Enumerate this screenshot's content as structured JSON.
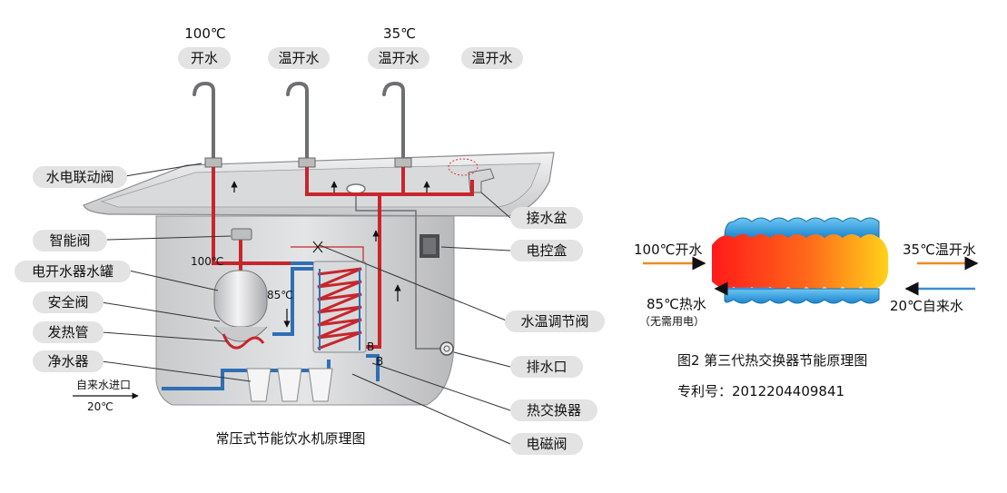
{
  "colors": {
    "hot_pipe": "#c8252c",
    "cold_pipe": "#2f6fb5",
    "label_bg": "#e3e3e3",
    "arrow_in": "#f08a24",
    "arrow_cold": "#3a8fd6"
  },
  "top_taps": [
    {
      "temp": "100℃",
      "label": "开水"
    },
    {
      "temp": "",
      "label": "温开水"
    },
    {
      "temp": "35℃",
      "label": "温开水"
    },
    {
      "temp": "",
      "label": "温开水"
    }
  ],
  "left_labels": [
    "水电联动阀",
    "智能阀",
    "电开水器水罐",
    "安全阀",
    "发热管",
    "净水器"
  ],
  "right_labels": [
    "接水盆",
    "电控盒",
    "水温调节阀",
    "排水口",
    "热交换器",
    "电磁阀"
  ],
  "inner": {
    "temp_100": "100℃",
    "temp_85": "85℃",
    "inlet": "自来水进口",
    "inlet_temp": "20℃",
    "b1": "B",
    "b2": "B"
  },
  "caption_left": "常压式节能饮水机原理图",
  "exchanger": {
    "hot_in": "100℃开水",
    "warm_out": "35℃温开水",
    "out_85": "85℃热水",
    "out_85_note": "（无需用电）",
    "cold_in": "20℃自来水",
    "title": "图2 第三代热交换器节能原理图",
    "patent": "专利号：2012204409841"
  }
}
